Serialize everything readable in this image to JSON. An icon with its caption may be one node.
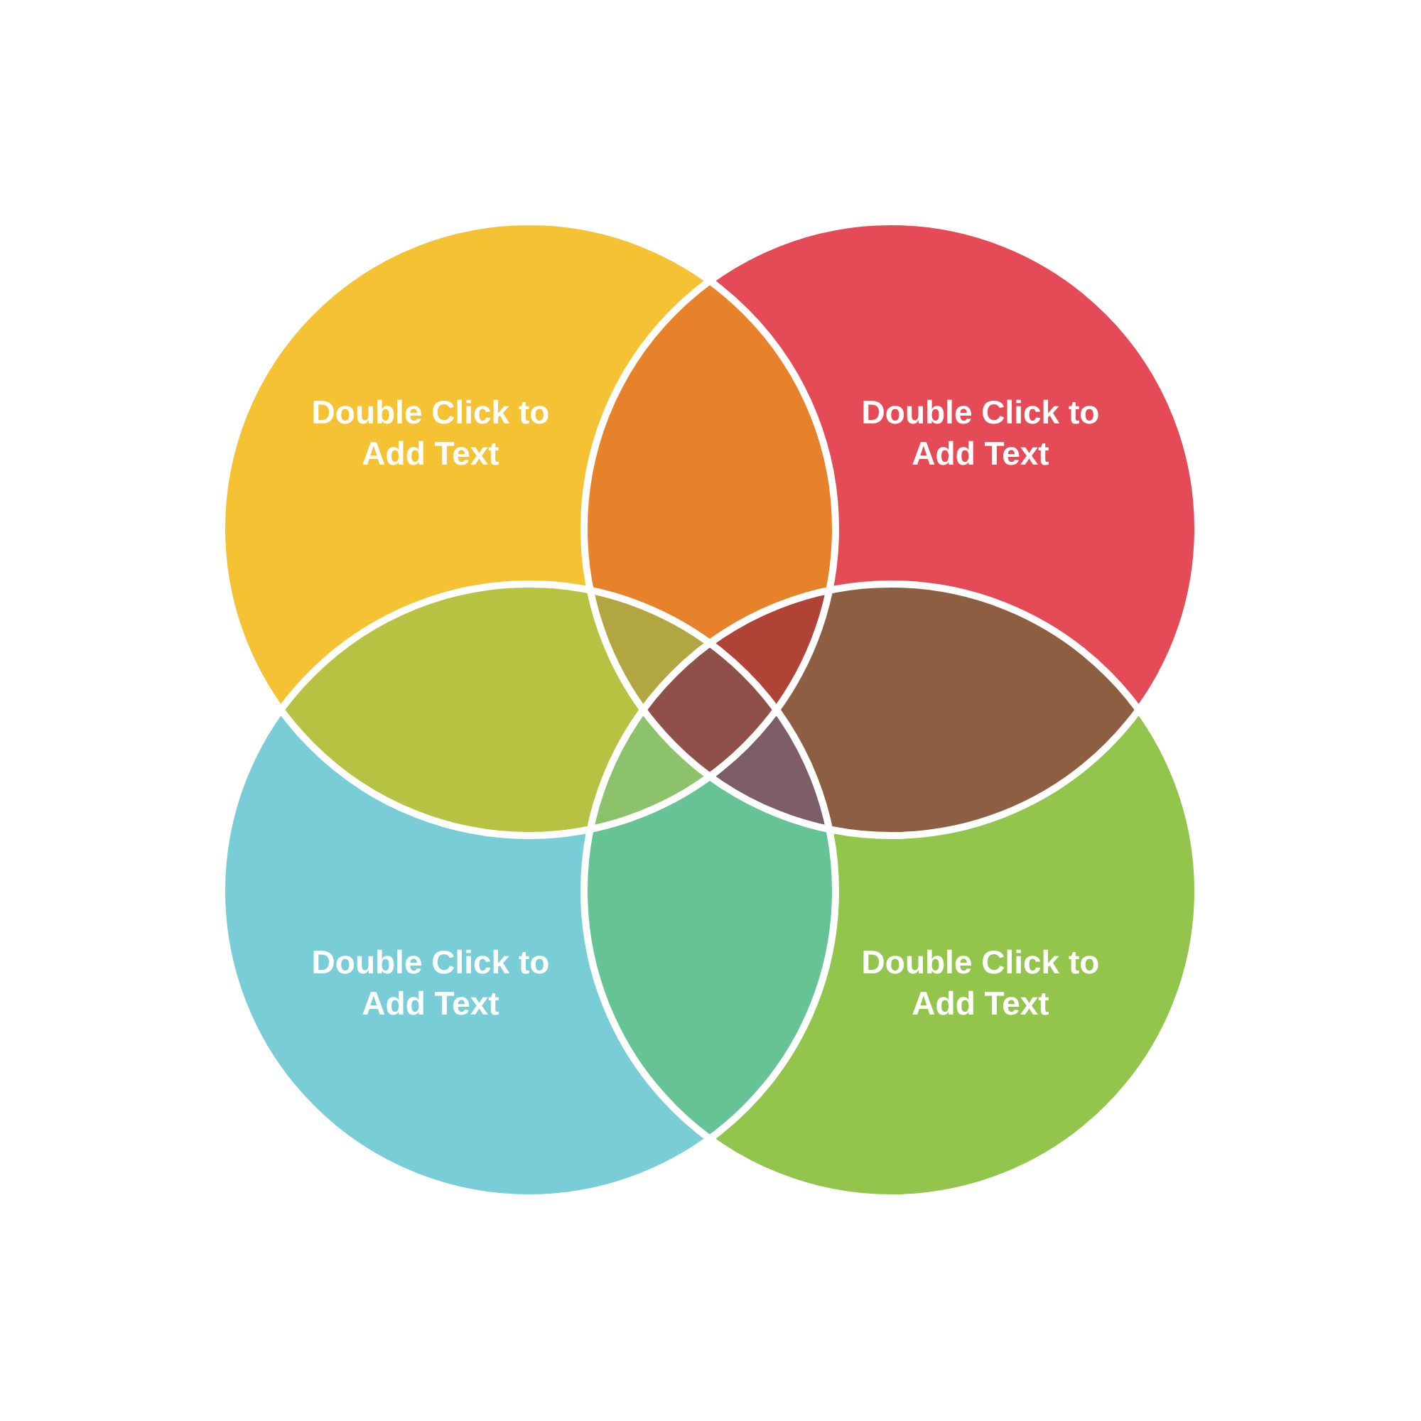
{
  "diagram": {
    "nodes": [
      {
        "text": [
          "Double Click to Add Text"
        ]
      },
      {
        "text": [
          "Double Click to Add Text"
        ]
      },
      {
        "text": [
          "Double Click to Add Text"
        ]
      },
      {
        "text": [
          "Double Click to Add Text"
        ]
      }
    ]
  }
}
